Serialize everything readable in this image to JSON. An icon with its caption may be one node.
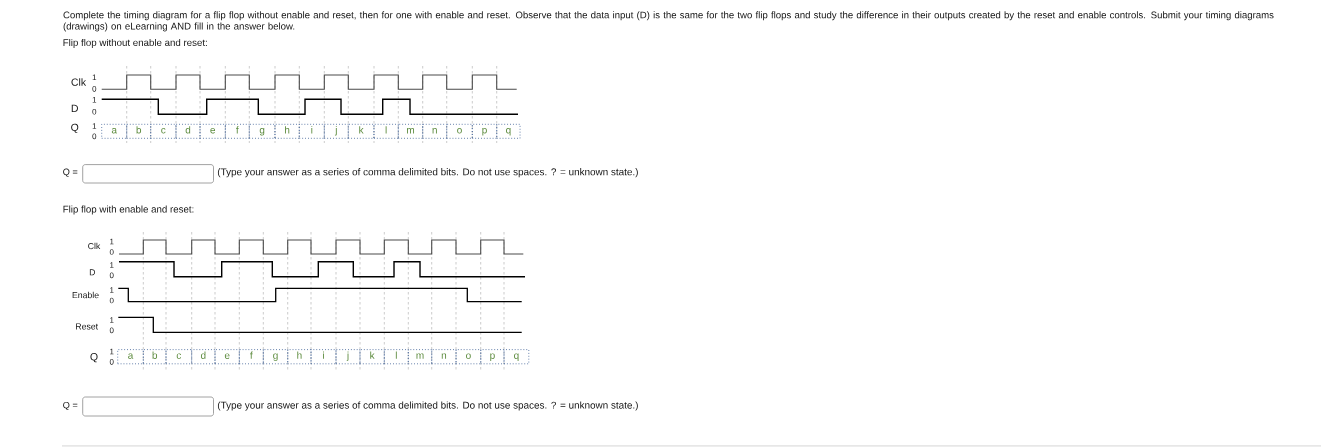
{
  "diagram": {
    "nodes": [
      {
        "text": [
          "a"
        ]
      },
      {
        "text": [
          "b"
        ]
      },
      {
        "text": [
          "c"
        ]
      },
      {
        "text": [
          "d"
        ]
      },
      {
        "text": [
          "e"
        ]
      },
      {
        "text": [
          "f"
        ]
      },
      {
        "text": [
          "g"
        ]
      },
      {
        "text": [
          "h"
        ]
      },
      {
        "text": [
          "i"
        ]
      },
      {
        "text": [
          "j"
        ]
      },
      {
        "text": [
          "k"
        ]
      },
      {
        "text": [
          "l"
        ]
      },
      {
        "text": [
          "m"
        ]
      },
      {
        "text": [
          "n"
        ]
      },
      {
        "text": [
          "o"
        ]
      },
      {
        "text": [
          "p"
        ]
      },
      {
        "text": [
          "q"
        ]
      },
      {
        "text": [
          "a"
        ]
      },
      {
        "text": [
          "b"
        ]
      },
      {
        "text": [
          "c"
        ]
      },
      {
        "text": [
          "d"
        ]
      },
      {
        "text": [
          "e"
        ]
      },
      {
        "text": [
          "f"
        ]
      },
      {
        "text": [
          "g"
        ]
      },
      {
        "text": [
          "h"
        ]
      },
      {
        "text": [
          "i"
        ]
      },
      {
        "text": [
          "j"
        ]
      },
      {
        "text": [
          "k"
        ]
      },
      {
        "text": [
          "l"
        ]
      },
      {
        "text": [
          "m"
        ]
      },
      {
        "text": [
          "n"
        ]
      },
      {
        "text": [
          "o"
        ]
      },
      {
        "text": [
          "p"
        ]
      },
      {
        "text": [
          "q"
        ]
      }
    ],
    "labels": [
      "Complete the timing diagram for a flip flop without enable and reset, then for one with enable and reset. Observe that the data input (D) is the same for the two flip flops and study the difference in their outputs created by the reset and enable controls. Submit your timing diagrams (drawings) on eLearning AND fill in the answer below.",
      "Flip flop without enable and reset:",
      "Clk",
      "1",
      "0",
      "D",
      "1",
      "0",
      "Q",
      "1",
      "0",
      "Q =",
      "(Type your answer as a series of comma delimited bits. Do not use spaces. ? = unknown state.)",
      "Flip flop with enable and reset:",
      "Clk",
      "1",
      "0",
      "D",
      "1",
      "0",
      "Enable",
      "1",
      "0",
      "Reset",
      "1",
      "0",
      "Q",
      "1",
      "0",
      "Q =",
      "(Type your answer as a series of comma delimited bits. Do not use spaces. ? = unknown state.)"
    ]
  }
}
